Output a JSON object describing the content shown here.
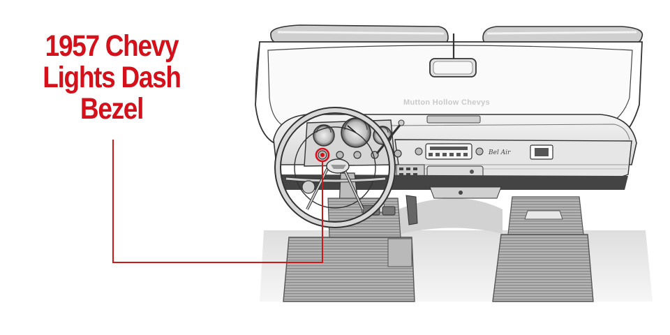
{
  "title": {
    "line1": "1957 Chevy",
    "line2": "Lights Dash",
    "line3": "Bezel"
  },
  "watermark": "Mutton Hollow Chevys",
  "badge": "Bel Air",
  "colors": {
    "title": "#d4101a",
    "callout": "#cc1a1a",
    "line_art": "#333333",
    "panel": "#eeeeee",
    "mat": "#a8a8a8"
  }
}
